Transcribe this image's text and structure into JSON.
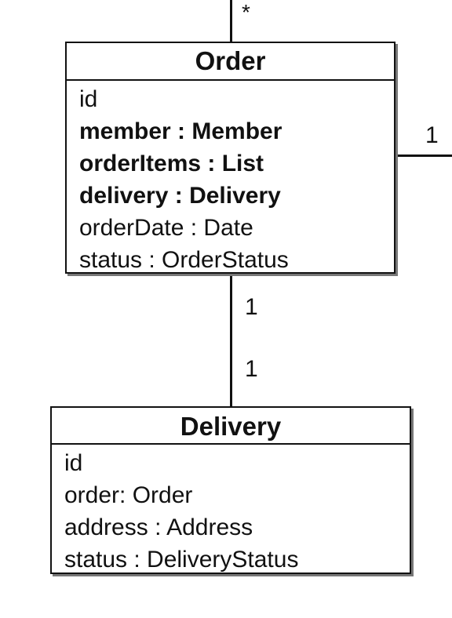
{
  "classes": {
    "order": {
      "name": "Order",
      "attributes": [
        {
          "text": "id",
          "bold": false
        },
        {
          "text": "member : Member",
          "bold": true
        },
        {
          "text": "orderItems : List",
          "bold": true
        },
        {
          "text": "delivery : Delivery",
          "bold": true
        },
        {
          "text": "orderDate : Date",
          "bold": false
        },
        {
          "text": "status : OrderStatus",
          "bold": false
        }
      ]
    },
    "delivery": {
      "name": "Delivery",
      "attributes": [
        {
          "text": "id",
          "bold": false
        },
        {
          "text": "order: Order",
          "bold": false
        },
        {
          "text": "address : Address",
          "bold": false
        },
        {
          "text": "status : DeliveryStatus",
          "bold": false
        }
      ]
    }
  },
  "multiplicities": {
    "top": "*",
    "right": "1",
    "order_side": "1",
    "delivery_side": "1"
  }
}
